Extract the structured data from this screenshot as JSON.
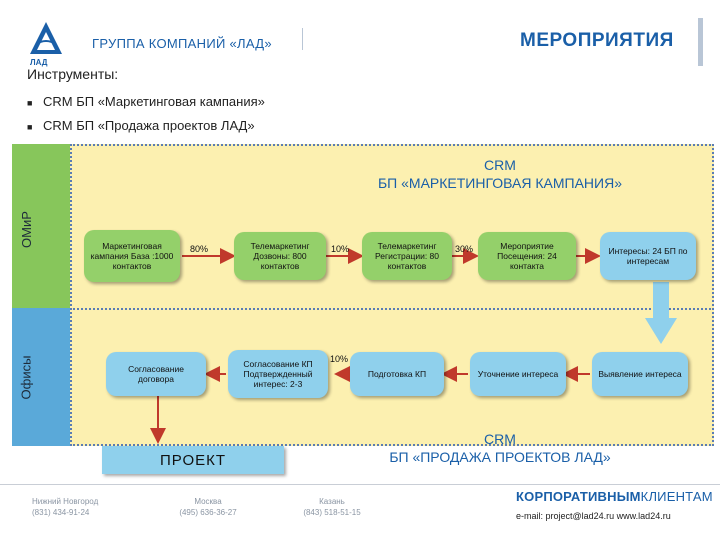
{
  "header": {
    "logo_text": "ЛАД",
    "company": "ГРУППА КОМПАНИЙ «ЛАД»",
    "title": "МЕРОПРИЯТИЯ"
  },
  "tools": {
    "title": "Инструменты:",
    "items": [
      "CRM БП «Маркетинговая кампания»",
      "CRM БП «Продажа проектов ЛАД»"
    ]
  },
  "bands": {
    "top": "ОМиР",
    "bottom": "Офисы"
  },
  "crm_marketing": {
    "line1": "CRM",
    "line2": "БП «МАРКЕТИНГОВАЯ КАМПАНИЯ»"
  },
  "row1": [
    "Маркетинговая кампания База :1000 контактов",
    "Телемаркетинг Дозвоны: 800 контактов",
    "Телемаркетинг Регистрации: 80 контактов",
    "Мероприятие Посещения: 24 контакта",
    "Интересы: 24 БП по интересам"
  ],
  "percents": [
    "80%",
    "10%",
    "30%",
    "10%"
  ],
  "row2": [
    "Согласование договора",
    "Согласование КП Подтвержденный интерес: 2-3",
    "Подготовка КП",
    "Уточнение интереса",
    "Выявление интереса"
  ],
  "project": "ПРОЕКТ",
  "crm_sales": {
    "line1": "CRM",
    "line2": "БП «ПРОДАЖА ПРОЕКТОВ ЛАД»"
  },
  "footer": {
    "cities": [
      {
        "city": "Нижний Новгород",
        "phone": "(831) 434-91-24"
      },
      {
        "city": "Москва",
        "phone": "(495) 636-36-27"
      },
      {
        "city": "Казань",
        "phone": "(843) 518-51-15"
      }
    ],
    "corp_bold": "КОРПОРАТИВНЫМ",
    "corp_thin": "КЛИЕНТАМ",
    "email": "e-mail: project@lad24.ru www.lad24.ru"
  },
  "colors": {
    "accent": "#1a5fa8",
    "green": "#94d06a",
    "blue": "#8fd0ec",
    "panel": "#fcf0b0"
  }
}
